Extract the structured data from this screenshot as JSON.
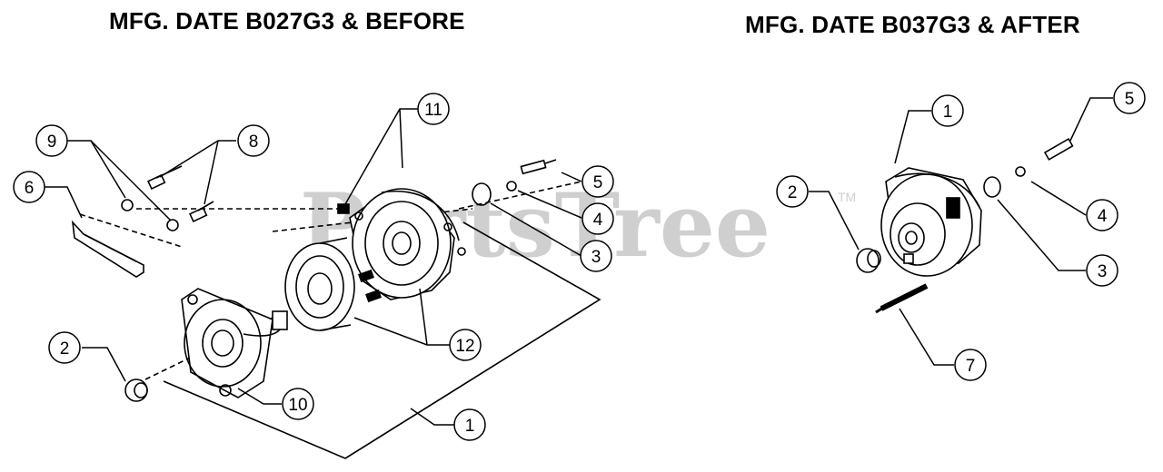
{
  "titles": {
    "left": "MFG. DATE B027G3 & BEFORE",
    "right": "MFG. DATE B037G3 & AFTER"
  },
  "watermark": {
    "text": "PartsTree",
    "mark": "TM"
  },
  "colors": {
    "ink": "#000000",
    "watermark": "#cfcfcf",
    "background": "#ffffff"
  },
  "callouts_left": [
    "11",
    "9",
    "8",
    "6",
    "5",
    "4",
    "3",
    "2",
    "12",
    "10",
    "1"
  ],
  "callouts_right": [
    "1",
    "5",
    "2",
    "4",
    "3",
    "7"
  ]
}
